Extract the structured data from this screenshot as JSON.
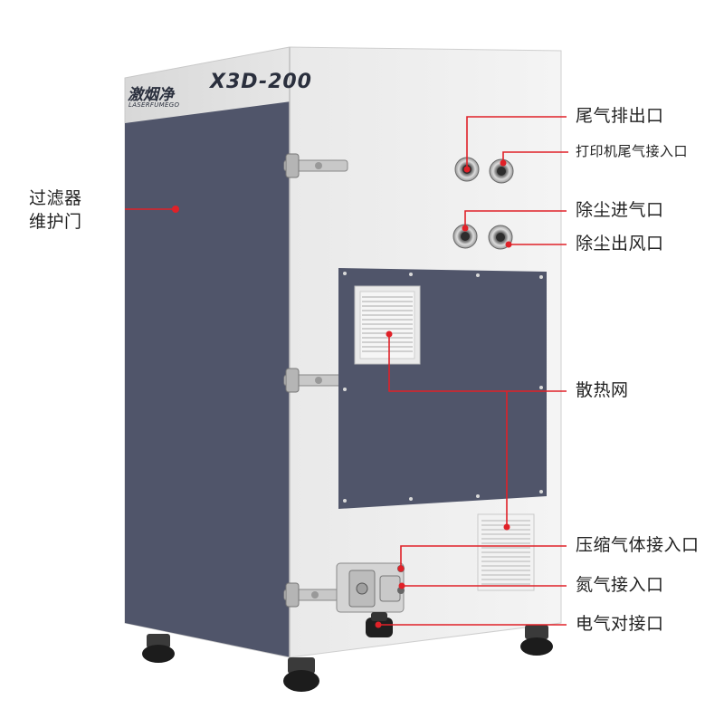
{
  "product": {
    "model": "X3D-200",
    "brand_cn": "激烟净",
    "brand_en": "LASERFUMEGO"
  },
  "callouts": {
    "exhaust_outlet": "尾气排出口",
    "printer_exhaust_inlet": "打印机尾气接入口",
    "dust_air_inlet": "除尘进气口",
    "dust_air_outlet": "除尘出风口",
    "heat_vent": "散热网",
    "compressed_gas_inlet": "压缩气体接入口",
    "nitrogen_inlet": "氮气接入口",
    "electrical_port": "电气对接口",
    "filter_door_line1": "过滤器",
    "filter_door_line2": "维护门"
  },
  "colors": {
    "callout_red": "#e02128",
    "panel_dark": "#50556a",
    "cabinet_light": "#ececec"
  }
}
